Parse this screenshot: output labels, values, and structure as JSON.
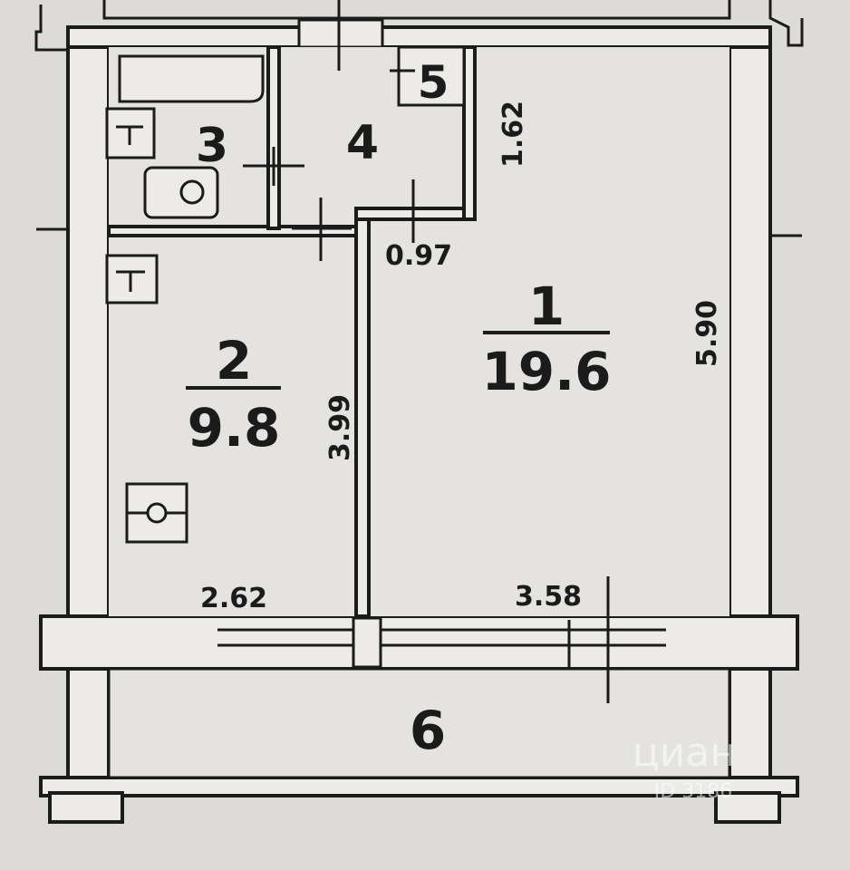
{
  "rooms": [
    {
      "number": "1",
      "area": "19.6"
    },
    {
      "number": "2",
      "area": "9.8"
    },
    {
      "number": "3"
    },
    {
      "number": "4"
    },
    {
      "number": "5"
    },
    {
      "number": "6"
    }
  ],
  "dimensions": {
    "room1_height": "5.90",
    "room1_width": "3.58",
    "room2_height": "3.99",
    "room2_width": "2.62",
    "corridor_depth": "1.62",
    "corridor_gap": "0.97"
  },
  "watermark": {
    "brand": "циан",
    "id": "ID 3186"
  }
}
